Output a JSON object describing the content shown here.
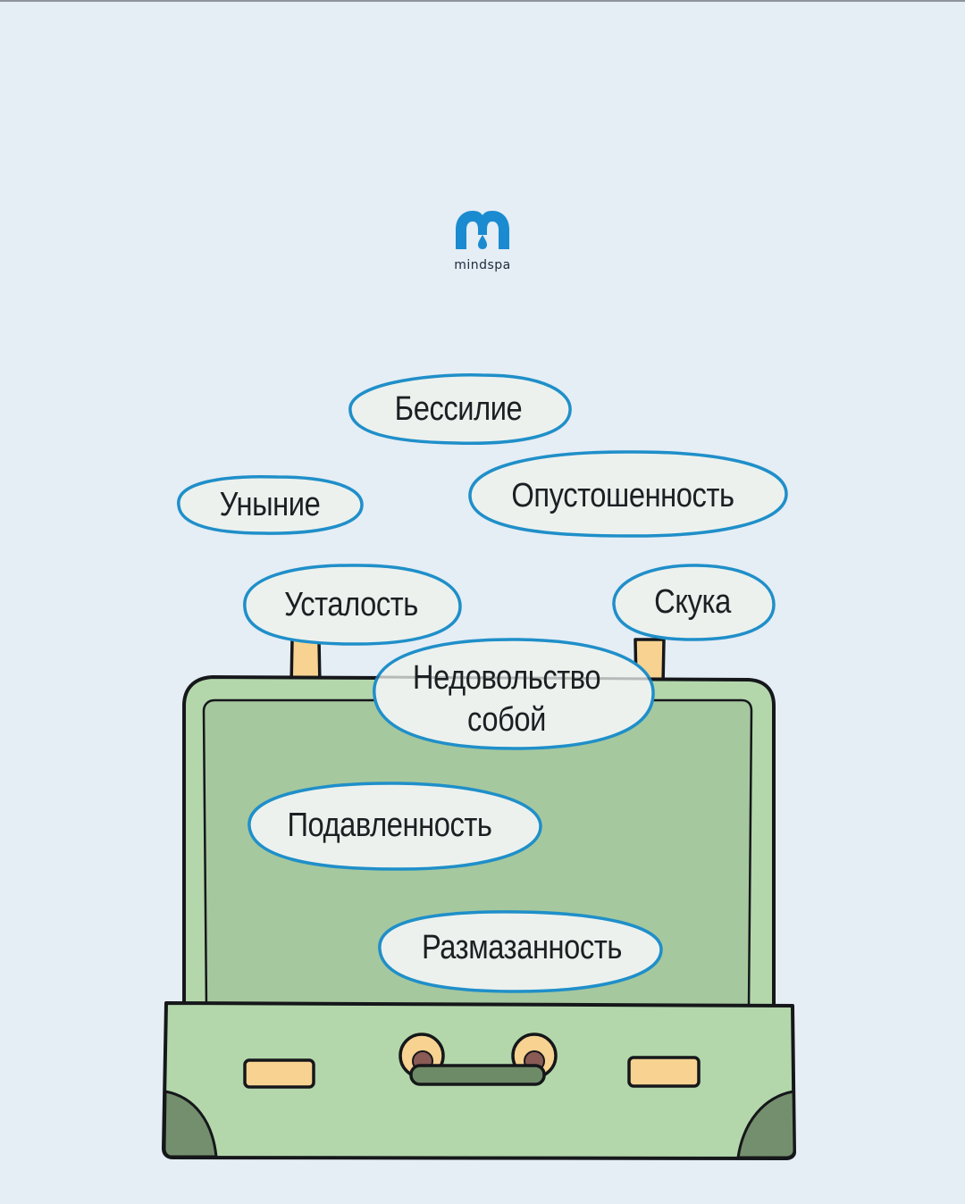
{
  "brand": {
    "name": "mindspa",
    "logo_icon": "mindspa-logo-icon",
    "color": "#1a8bd0"
  },
  "words": {
    "bessilie": "Бессилие",
    "unynie": "Уныние",
    "opustoshennost": "Опустошенность",
    "ustalost": "Усталость",
    "skuka": "Скука",
    "nedovolstvo": "Недовольство собой",
    "podavlennost": "Подавленность",
    "razmazannost": "Размазанность"
  },
  "colors": {
    "background": "#e5edf5",
    "suitcase_light": "#b3d7ab",
    "suitcase_inner": "#a6c89e",
    "corner": "#748f6d",
    "latch": "#f7d291",
    "bubble_border": "#1f8fc9",
    "bubble_fill": "#ecf1ee"
  }
}
